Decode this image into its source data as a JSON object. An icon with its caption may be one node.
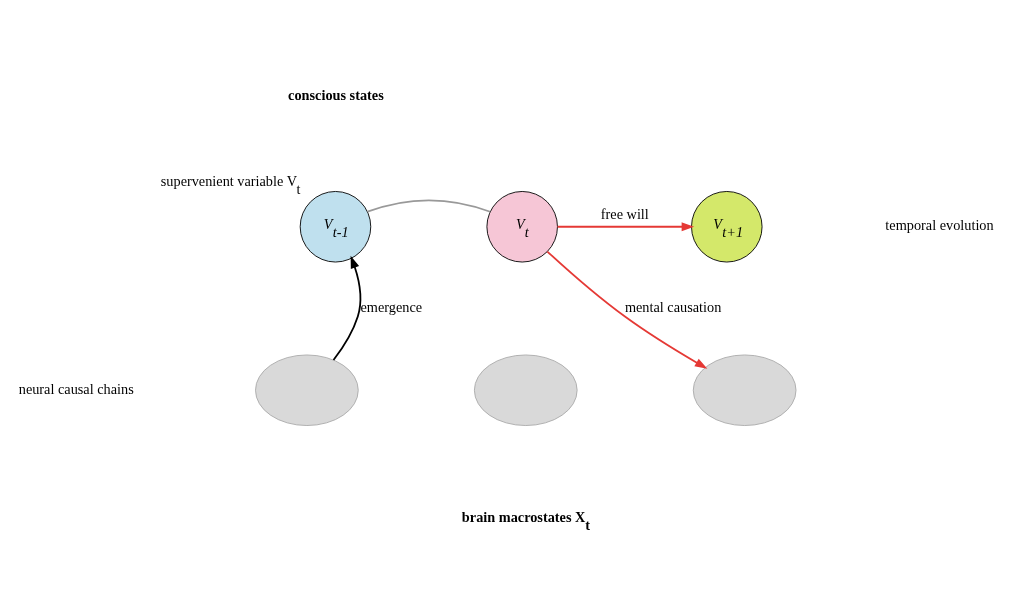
{
  "diagram": {
    "nodes": [
      {
        "text": [
          "V$_{t-1}$"
        ],
        "beside": [
          "supervenient variable V$_{t}$"
        ]
      },
      {
        "text": [
          "V$_{t}$"
        ]
      },
      {
        "text": [
          "V$_{t+1}$"
        ]
      },
      {
        "text": [],
        "shape": "circle"
      },
      {
        "text": [],
        "shape": "circle"
      },
      {
        "text": [],
        "shape": "circle"
      }
    ],
    "edges": [
      {
        "from": 0,
        "to": 1,
        "arrow": "none",
        "color": "#999999"
      },
      {
        "from": 1,
        "to": 2,
        "arrow": "to",
        "label": "free will",
        "color": "#e53935"
      },
      {
        "from": 3,
        "to": 0,
        "arrow": "to",
        "label": "emergence",
        "color": "#000000"
      },
      {
        "from": 1,
        "to": 5,
        "arrow": "to",
        "label": "mental causation",
        "color": "#e53935"
      }
    ],
    "labels": [
      "conscious states",
      "temporal evolution",
      "neural causal chains",
      "brain macrostates X$_{t}$"
    ]
  }
}
